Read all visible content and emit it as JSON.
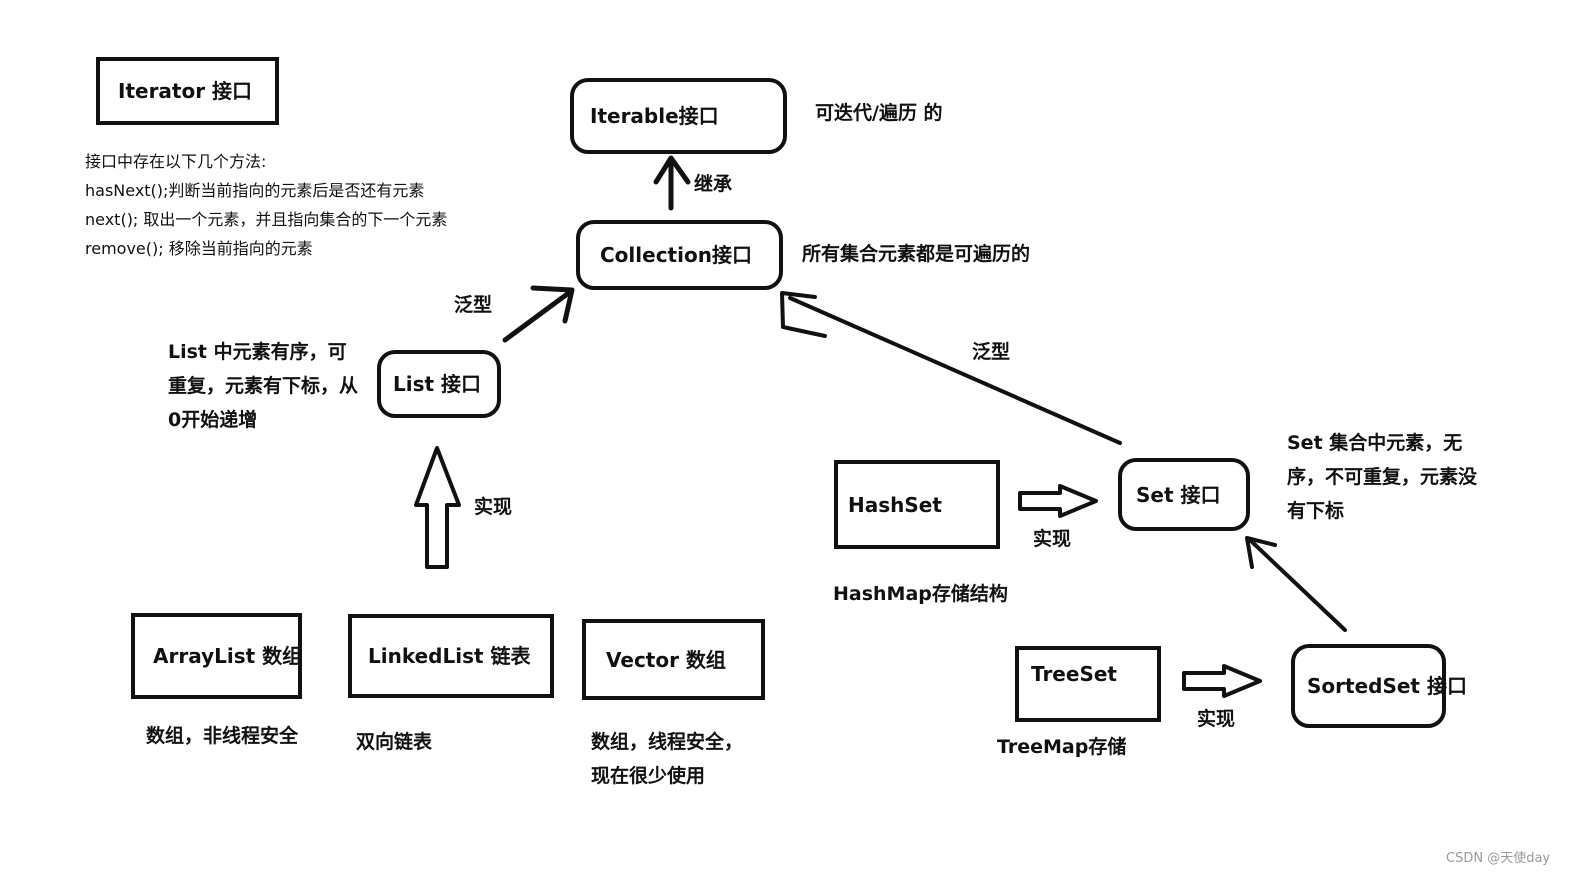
{
  "nodes": {
    "iterator": "Iterator 接口",
    "iterable": "Iterable接口",
    "collection": "Collection接口",
    "list": "List 接口",
    "set": "Set 接口",
    "arraylist": "ArrayList 数组",
    "linkedlist": "LinkedList 链表",
    "vector": "Vector 数组",
    "hashset": "HashSet",
    "treeset": "TreeSet",
    "sortedset": "SortedSet 接口"
  },
  "notes": {
    "iterator_methods": [
      "接口中存在以下几个方法:",
      "hasNext();判断当前指向的元素后是否还有元素",
      "next(); 取出一个元素，并且指向集合的下一个元素",
      "remove(); 移除当前指向的元素"
    ],
    "iterable_desc": "可迭代/遍历 的",
    "collection_desc": "所有集合元素都是可遍历的",
    "list_desc_lines": [
      "List 中元素有序，可",
      "重复，元素有下标，从",
      "0开始递增"
    ],
    "set_desc_lines": [
      "Set 集合中元素，无",
      "序，不可重复，元素没",
      "有下标"
    ],
    "arraylist_desc": "数组，非线程安全",
    "linkedlist_desc": "双向链表",
    "vector_desc_lines": [
      "数组，线程安全，",
      "现在很少使用"
    ],
    "hashset_desc": "HashMap存储结构",
    "treeset_desc": "TreeMap存储"
  },
  "edges": {
    "inherit": "继承",
    "generic_list": "泛型",
    "generic_set": "泛型",
    "implement_list": "实现",
    "implement_hashset": "实现",
    "implement_treeset": "实现"
  },
  "watermark": "CSDN @天使day"
}
